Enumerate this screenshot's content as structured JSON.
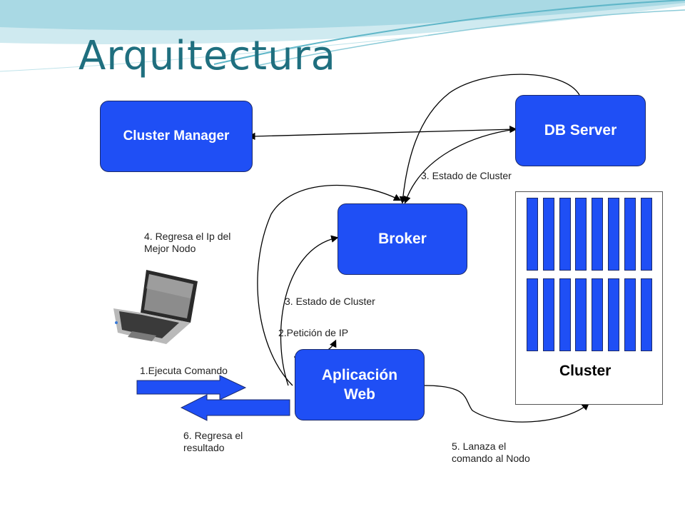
{
  "title": "Arquitectura",
  "boxes": {
    "cluster_manager": "Cluster Manager",
    "db_server": "DB Server",
    "broker": "Broker",
    "app_web_line1": "Aplicación",
    "app_web_line2": "Web"
  },
  "cluster": {
    "label": "Cluster",
    "rows": 2,
    "nodes_per_row": 8
  },
  "labels": {
    "estado_top": "3. Estado de Cluster",
    "regresa_ip_line1": "4. Regresa el Ip del",
    "regresa_ip_line2": "Mejor Nodo",
    "estado_mid": "3. Estado de Cluster",
    "peticion_ip": "2.Petición de IP",
    "ejecuta": "1.Ejecuta Comando",
    "resultado_line1": "6. Regresa el",
    "resultado_line2": "resultado",
    "lanza_line1": "5. Lanaza el",
    "lanza_line2": "comando al Nodo"
  },
  "colors": {
    "box_fill": "#1f4ff5",
    "title": "#1f6f7f",
    "swoosh": "#5fb6c8"
  },
  "icons": [
    "laptop-icon"
  ]
}
